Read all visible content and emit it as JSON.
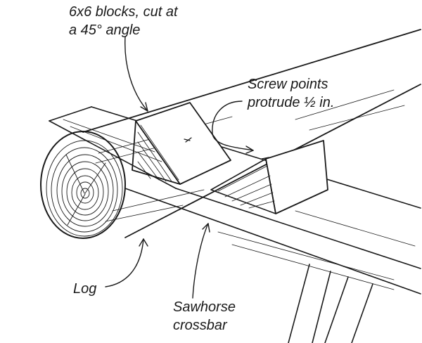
{
  "labels": {
    "blocks": {
      "line1": "6x6 blocks, cut at",
      "line2": "a 45° angle"
    },
    "screw": {
      "line1": "Screw points",
      "line2": "protrude ½ in."
    },
    "log": "Log",
    "crossbar": {
      "line1": "Sawhorse",
      "line2": "crossbar"
    }
  },
  "colors": {
    "ink": "#1a1a1a",
    "paper": "#ffffff"
  }
}
